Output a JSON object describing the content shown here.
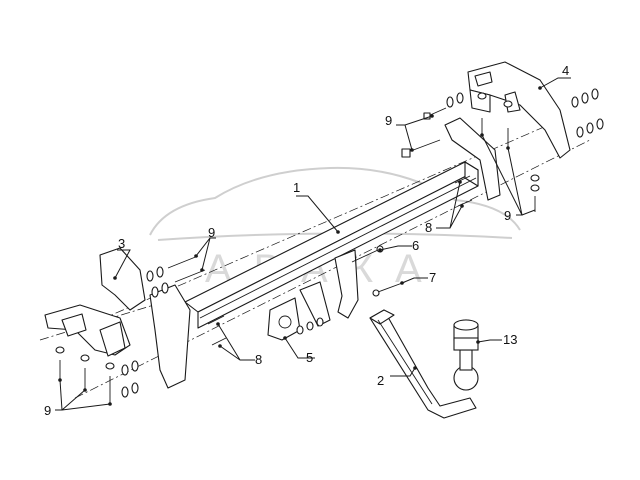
{
  "watermark": {
    "brand": "АВАКА"
  },
  "labels": {
    "l1": "1",
    "l2": "2",
    "l3": "3",
    "l4": "4",
    "l5": "5",
    "l6": "6",
    "l7": "7",
    "l8a": "8",
    "l8b": "8",
    "l9a": "9",
    "l9b": "9",
    "l9c": "9",
    "l9d": "9",
    "l13": "13"
  }
}
